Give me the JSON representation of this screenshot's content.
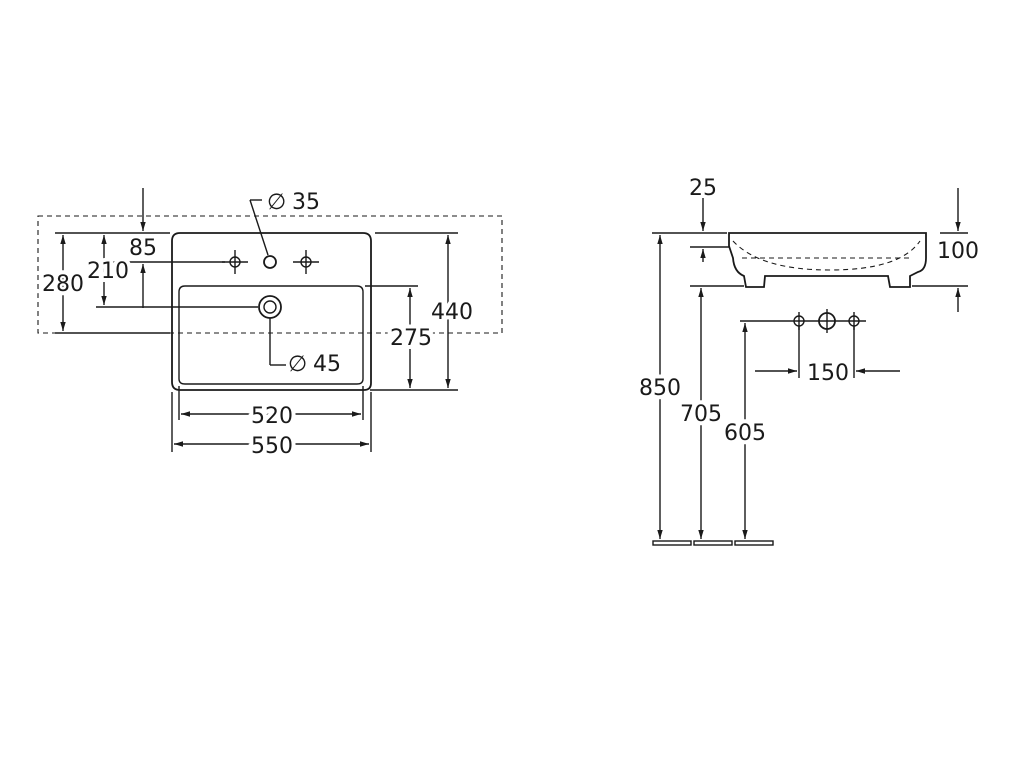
{
  "plan_view": {
    "dimensions": {
      "outer_width": "550",
      "inner_width": "520",
      "depth": "440",
      "bowl_depth": "275",
      "wall_mount_height": "280",
      "drain_offset": "210",
      "tap_hole_offset": "85"
    },
    "tap_hole_diameter": "35",
    "drain_diameter": "45",
    "diameter_symbol": "∅"
  },
  "side_view": {
    "dimensions": {
      "rim_thickness": "25",
      "basin_height": "100",
      "rim_height": "850",
      "underside_height": "705",
      "supply_height": "605",
      "supply_spacing": "150"
    }
  }
}
